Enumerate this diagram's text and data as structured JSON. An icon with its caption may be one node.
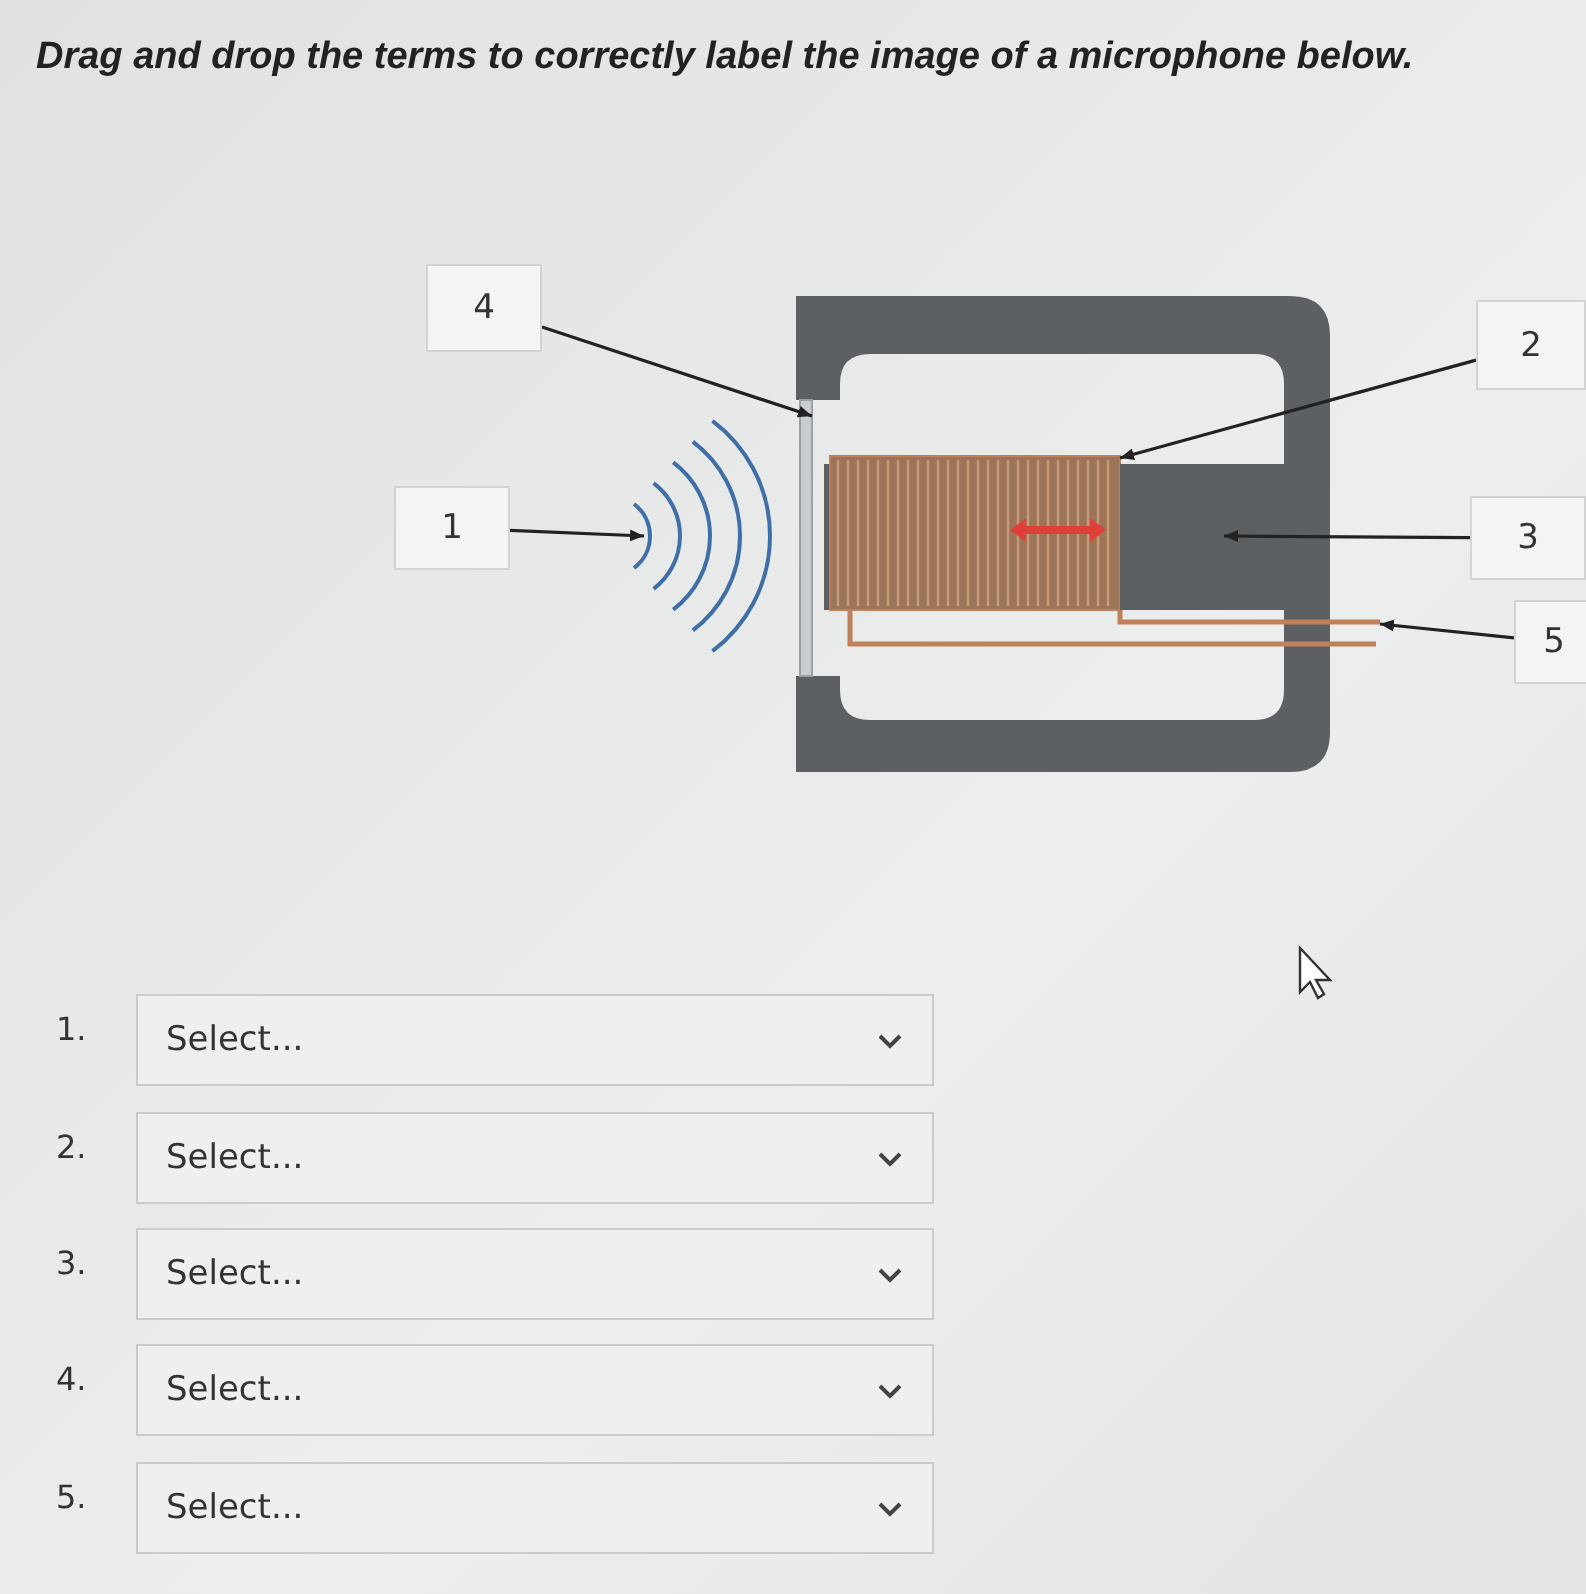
{
  "diagram": {
    "title": "Drag and drop the terms to correctly label the image of a microphone below.",
    "nodes": [
      {
        "text": [
          "4"
        ]
      },
      {
        "text": [
          "2"
        ]
      },
      {
        "text": [
          "1"
        ]
      },
      {
        "text": [
          "3"
        ]
      },
      {
        "text": [
          "5"
        ]
      },
      {
        "text": [],
        "shape": "bar"
      },
      {
        "text": [],
        "shape": "picture"
      },
      {
        "text": [],
        "shape": "picture"
      },
      {
        "text": [],
        "shape": "bar"
      },
      {
        "text": [],
        "shape": "picture"
      }
    ],
    "edges": [
      {
        "from": 0,
        "to": 5,
        "arrow": "to"
      },
      {
        "from": 1,
        "to": 6,
        "arrow": "to"
      },
      {
        "from": 2,
        "to": 7,
        "arrow": "to"
      },
      {
        "from": 3,
        "to": 8,
        "arrow": "to"
      },
      {
        "from": 4,
        "to": 9,
        "arrow": "to"
      }
    ],
    "labels": [
      "1.",
      "Select...",
      "2.",
      "Select...",
      "3.",
      "Select...",
      "4.",
      "Select...",
      "5.",
      "Select..."
    ]
  }
}
